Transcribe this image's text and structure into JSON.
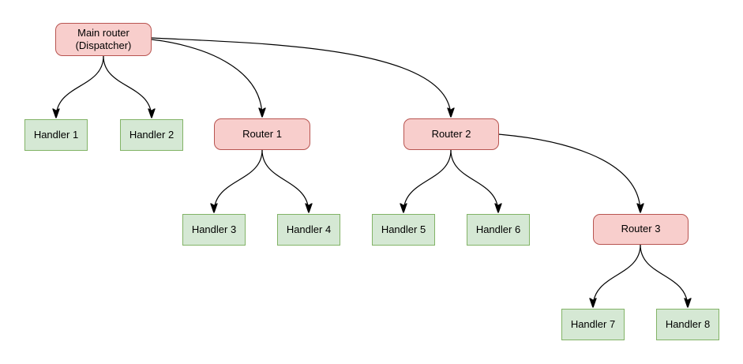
{
  "diagram": {
    "type": "tree",
    "nodes": {
      "main_router": {
        "label": "Main router\n(Dispatcher)",
        "type": "router"
      },
      "handler1": {
        "label": "Handler 1",
        "type": "handler"
      },
      "handler2": {
        "label": "Handler 2",
        "type": "handler"
      },
      "router1": {
        "label": "Router 1",
        "type": "router"
      },
      "router2": {
        "label": "Router 2",
        "type": "router"
      },
      "router3": {
        "label": "Router 3",
        "type": "router"
      },
      "handler3": {
        "label": "Handler 3",
        "type": "handler"
      },
      "handler4": {
        "label": "Handler 4",
        "type": "handler"
      },
      "handler5": {
        "label": "Handler 5",
        "type": "handler"
      },
      "handler6": {
        "label": "Handler 6",
        "type": "handler"
      },
      "handler7": {
        "label": "Handler 7",
        "type": "handler"
      },
      "handler8": {
        "label": "Handler 8",
        "type": "handler"
      }
    },
    "edges": [
      {
        "from": "main_router",
        "to": "handler1"
      },
      {
        "from": "main_router",
        "to": "handler2"
      },
      {
        "from": "main_router",
        "to": "router1"
      },
      {
        "from": "main_router",
        "to": "router2"
      },
      {
        "from": "router1",
        "to": "handler3"
      },
      {
        "from": "router1",
        "to": "handler4"
      },
      {
        "from": "router2",
        "to": "handler5"
      },
      {
        "from": "router2",
        "to": "handler6"
      },
      {
        "from": "router2",
        "to": "router3"
      },
      {
        "from": "router3",
        "to": "handler7"
      },
      {
        "from": "router3",
        "to": "handler8"
      }
    ],
    "colors": {
      "router_fill": "#f8cecc",
      "router_border": "#b85450",
      "handler_fill": "#d5e8d4",
      "handler_border": "#82b366",
      "edge": "#000000",
      "text": "#000000",
      "background": "#ffffff"
    }
  }
}
